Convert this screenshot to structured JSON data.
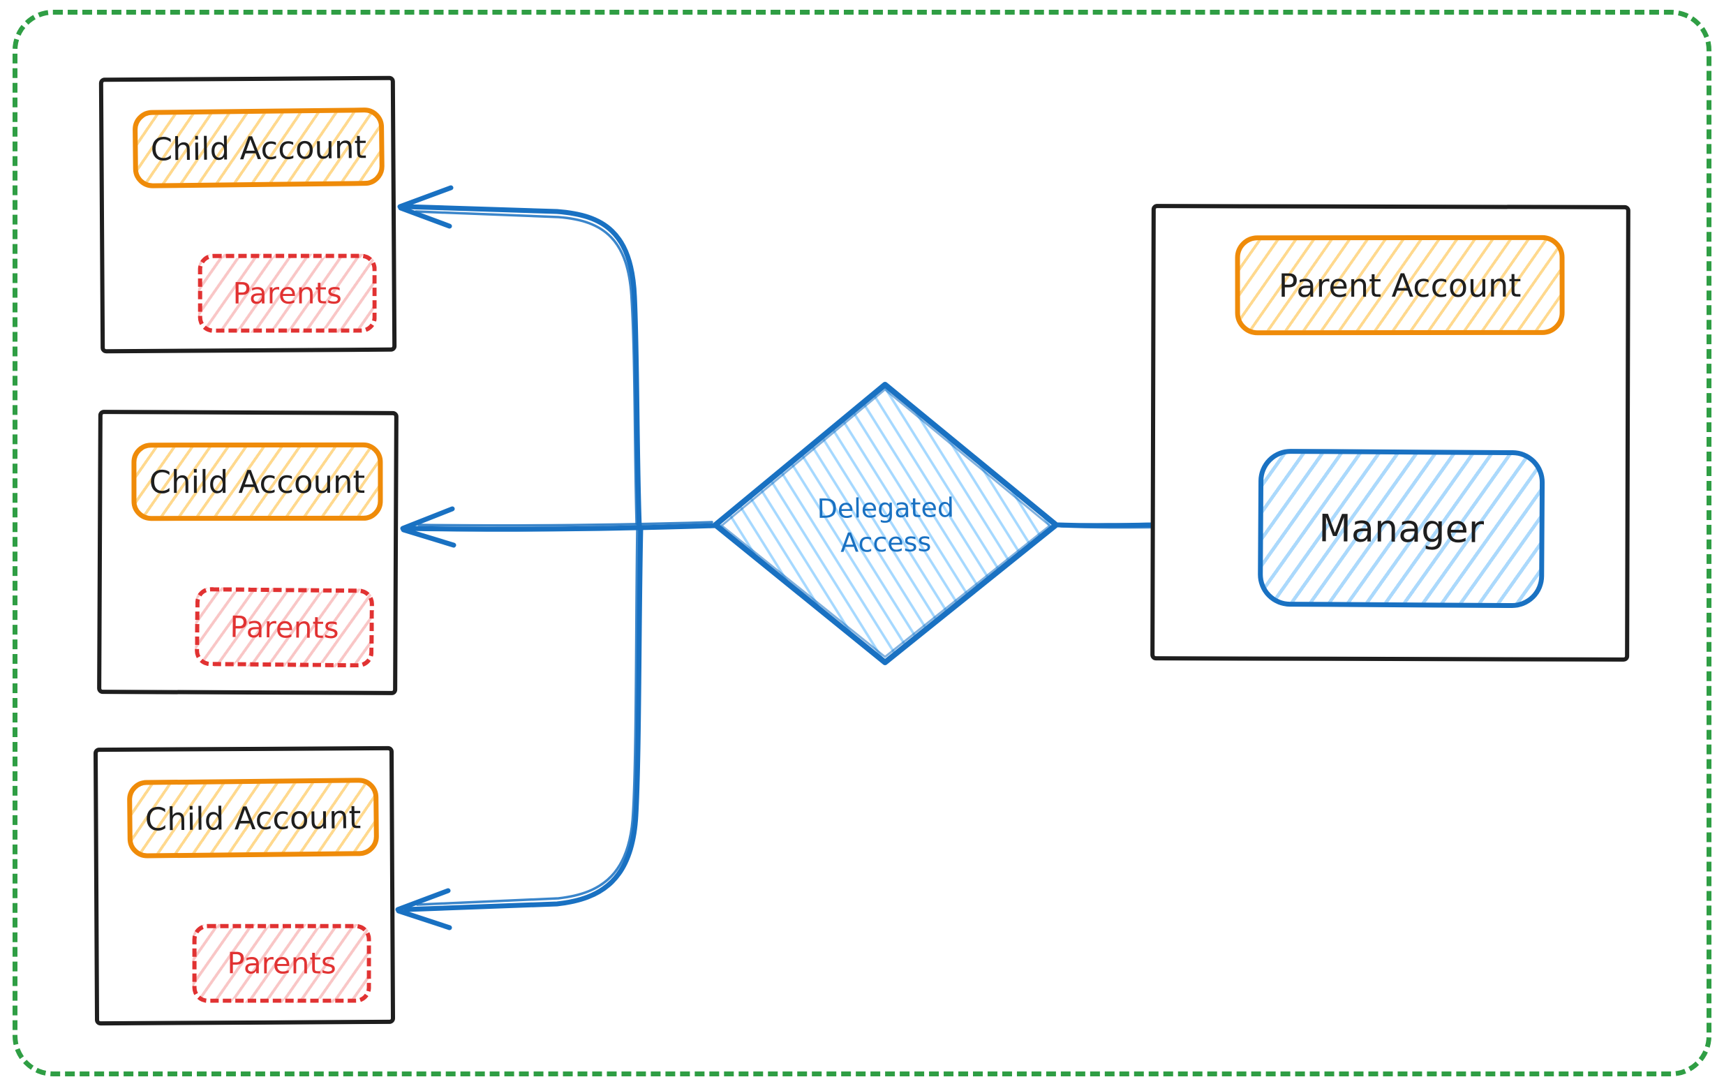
{
  "canvas": {
    "background": "#ffffff"
  },
  "border": {
    "style": "dashed",
    "color": "#2f9e44"
  },
  "children": [
    {
      "account_label": "Child Account",
      "parents_label": "Parents"
    },
    {
      "account_label": "Child Account",
      "parents_label": "Parents"
    },
    {
      "account_label": "Child Account",
      "parents_label": "Parents"
    }
  ],
  "diamond": {
    "label": "Delegated Access"
  },
  "parent": {
    "account_label": "Parent Account",
    "manager_label": "Manager"
  },
  "colors": {
    "black": "#1e1e1e",
    "orange": "#ef8b09",
    "yellow_hatch": "#ffd98e",
    "red": "#e13232",
    "red_hatch": "#f9c6c6",
    "blue": "#1971c2",
    "blue_hatch": "#a5d8ff",
    "green": "#2f9e44"
  }
}
